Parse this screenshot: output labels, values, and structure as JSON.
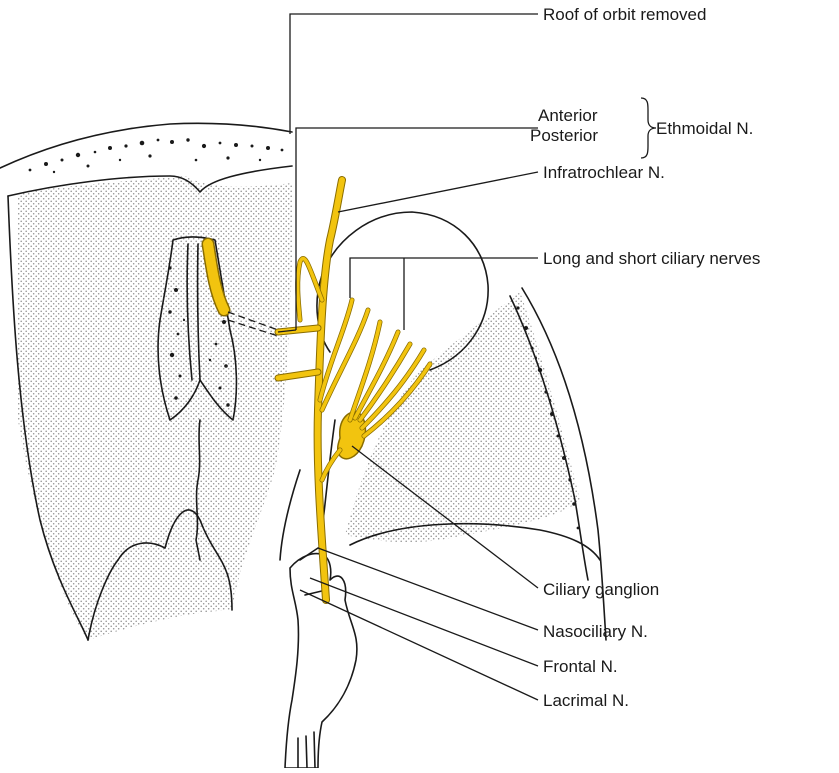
{
  "labels": {
    "roof_of_orbit": "Roof of orbit removed",
    "anterior": "Anterior",
    "posterior": "Posterior",
    "ethmoidal": "Ethmoidal N.",
    "infratrochlear": "Infratrochlear N.",
    "ciliary_nerves": "Long and short ciliary nerves",
    "ciliary_ganglion": "Ciliary ganglion",
    "nasociliary": "Nasociliary N.",
    "frontal": "Frontal N.",
    "lacrimal": "Lacrimal N."
  },
  "colors": {
    "nerve": "#f2c40f",
    "line": "#1a1a1a",
    "stipple": "#9a9a9a",
    "background": "#ffffff"
  }
}
